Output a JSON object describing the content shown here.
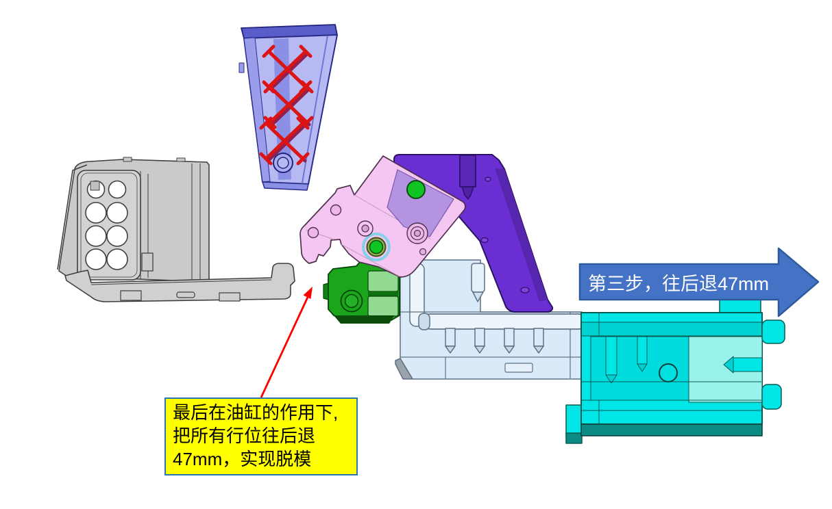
{
  "step_arrow": {
    "label": "第三步，往后退47mm",
    "fill": "#4472c4",
    "border": "#2e5b9e",
    "text_color": "#ffffff"
  },
  "callout": {
    "lines": [
      "最后在油缸的作用下,",
      "把所有行位往后退",
      "47mm，实现脱模"
    ],
    "fill": "#ffff00",
    "border": "#2e75b6",
    "text_color": "#000000"
  },
  "pointer": {
    "color": "#ff0000"
  },
  "parts": {
    "molded_part_gray": {
      "color": "#c9cbc9"
    },
    "wedge_lock_blue": {
      "color": "#b7baf2",
      "marks_color": "#dc1414"
    },
    "slide_insert_purple": {
      "color": "#6a2fd2"
    },
    "angle_bracket_pink": {
      "color": "#f5c6f1",
      "pin_color": "#10c424"
    },
    "locking_block_green": {
      "color": "#1ba51b"
    },
    "slide_base_pale": {
      "color": "#dbeaf8"
    },
    "cylinder_slide_cyan": {
      "color": "#00e5e6"
    }
  }
}
